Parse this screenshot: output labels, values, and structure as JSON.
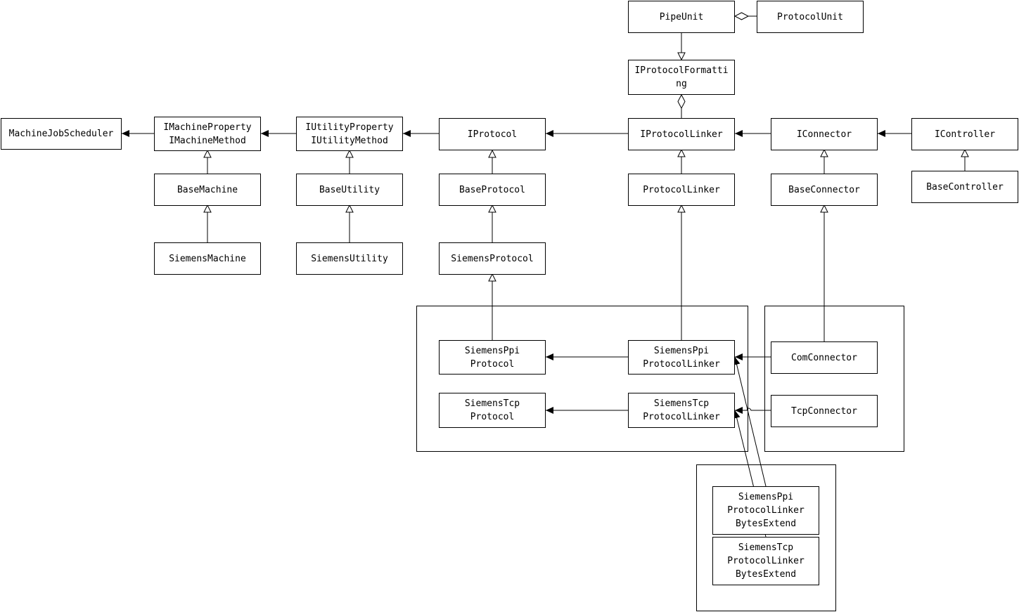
{
  "colors": {
    "line": "#000000",
    "background": "#ffffff"
  },
  "nodes": {
    "pipe_unit": [
      "PipeUnit"
    ],
    "protocol_unit": [
      "ProtocolUnit"
    ],
    "iprotocol_formatting": [
      "IProtocolFormatti",
      "ng"
    ],
    "machine_job_scheduler": [
      "MachineJobScheduler"
    ],
    "imachine_property": [
      "IMachineProperty",
      "IMachineMethod"
    ],
    "iutility_property": [
      "IUtilityProperty",
      "IUtilityMethod"
    ],
    "iprotocol": [
      "IProtocol"
    ],
    "iprotocol_linker": [
      "IProtocolLinker"
    ],
    "iconnector": [
      "IConnector"
    ],
    "icontroller": [
      "IController"
    ],
    "base_machine": [
      "BaseMachine"
    ],
    "base_utility": [
      "BaseUtility"
    ],
    "base_protocol": [
      "BaseProtocol"
    ],
    "protocol_linker": [
      "ProtocolLinker"
    ],
    "base_connector": [
      "BaseConnector"
    ],
    "base_controller": [
      "BaseController"
    ],
    "siemens_machine": [
      "SiemensMachine"
    ],
    "siemens_utility": [
      "SiemensUtility"
    ],
    "siemens_protocol": [
      "SiemensProtocol"
    ],
    "siemens_ppi_protocol": [
      "SiemensPpi",
      "Protocol"
    ],
    "siemens_ppi_protocol_linker": [
      "SiemensPpi",
      "ProtocolLinker"
    ],
    "com_connector": [
      "ComConnector"
    ],
    "siemens_tcp_protocol": [
      "SiemensTcp",
      "Protocol"
    ],
    "siemens_tcp_protocol_linker": [
      "SiemensTcp",
      "ProtocolLinker"
    ],
    "tcp_connector": [
      "TcpConnector"
    ],
    "siemens_ppi_bytes_extend": [
      "SiemensPpi",
      "ProtocolLinker",
      "BytesExtend"
    ],
    "siemens_tcp_bytes_extend": [
      "SiemensTcp",
      "ProtocolLinker",
      "BytesExtend"
    ]
  },
  "edges": [
    {
      "from": "protocol_unit",
      "to": "pipe_unit",
      "kind": "aggregation"
    },
    {
      "from": "pipe_unit",
      "to": "iprotocol_formatting",
      "kind": "inheritance"
    },
    {
      "from": "iprotocol_linker",
      "to": "iprotocol_formatting",
      "kind": "aggregation"
    },
    {
      "from": "imachine_property",
      "to": "machine_job_scheduler",
      "kind": "association"
    },
    {
      "from": "iutility_property",
      "to": "imachine_property",
      "kind": "association"
    },
    {
      "from": "iprotocol",
      "to": "iutility_property",
      "kind": "association"
    },
    {
      "from": "iprotocol_linker",
      "to": "iprotocol",
      "kind": "association"
    },
    {
      "from": "iconnector",
      "to": "iprotocol_linker",
      "kind": "association"
    },
    {
      "from": "icontroller",
      "to": "iconnector",
      "kind": "association"
    },
    {
      "from": "base_machine",
      "to": "imachine_property",
      "kind": "inheritance"
    },
    {
      "from": "base_utility",
      "to": "iutility_property",
      "kind": "inheritance"
    },
    {
      "from": "base_protocol",
      "to": "iprotocol",
      "kind": "inheritance"
    },
    {
      "from": "protocol_linker",
      "to": "iprotocol_linker",
      "kind": "inheritance"
    },
    {
      "from": "base_connector",
      "to": "iconnector",
      "kind": "inheritance"
    },
    {
      "from": "base_controller",
      "to": "icontroller",
      "kind": "inheritance"
    },
    {
      "from": "siemens_machine",
      "to": "base_machine",
      "kind": "inheritance"
    },
    {
      "from": "siemens_utility",
      "to": "base_utility",
      "kind": "inheritance"
    },
    {
      "from": "siemens_protocol",
      "to": "base_protocol",
      "kind": "inheritance"
    },
    {
      "from": "siemens_ppi_protocol",
      "to": "siemens_protocol",
      "kind": "inheritance"
    },
    {
      "from": "siemens_ppi_protocol_linker",
      "to": "protocol_linker",
      "kind": "inheritance"
    },
    {
      "from": "com_connector",
      "to": "base_connector",
      "kind": "inheritance"
    },
    {
      "from": "siemens_ppi_protocol_linker",
      "to": "siemens_ppi_protocol",
      "kind": "association"
    },
    {
      "from": "siemens_tcp_protocol_linker",
      "to": "siemens_tcp_protocol",
      "kind": "association"
    },
    {
      "from": "com_connector",
      "to": "siemens_ppi_protocol_linker",
      "kind": "association"
    },
    {
      "from": "tcp_connector",
      "to": "siemens_tcp_protocol_linker",
      "kind": "association"
    },
    {
      "from": "siemens_ppi_bytes_extend",
      "to": "siemens_ppi_protocol_linker",
      "kind": "association"
    },
    {
      "from": "siemens_tcp_bytes_extend",
      "to": "siemens_tcp_protocol_linker",
      "kind": "association"
    }
  ]
}
